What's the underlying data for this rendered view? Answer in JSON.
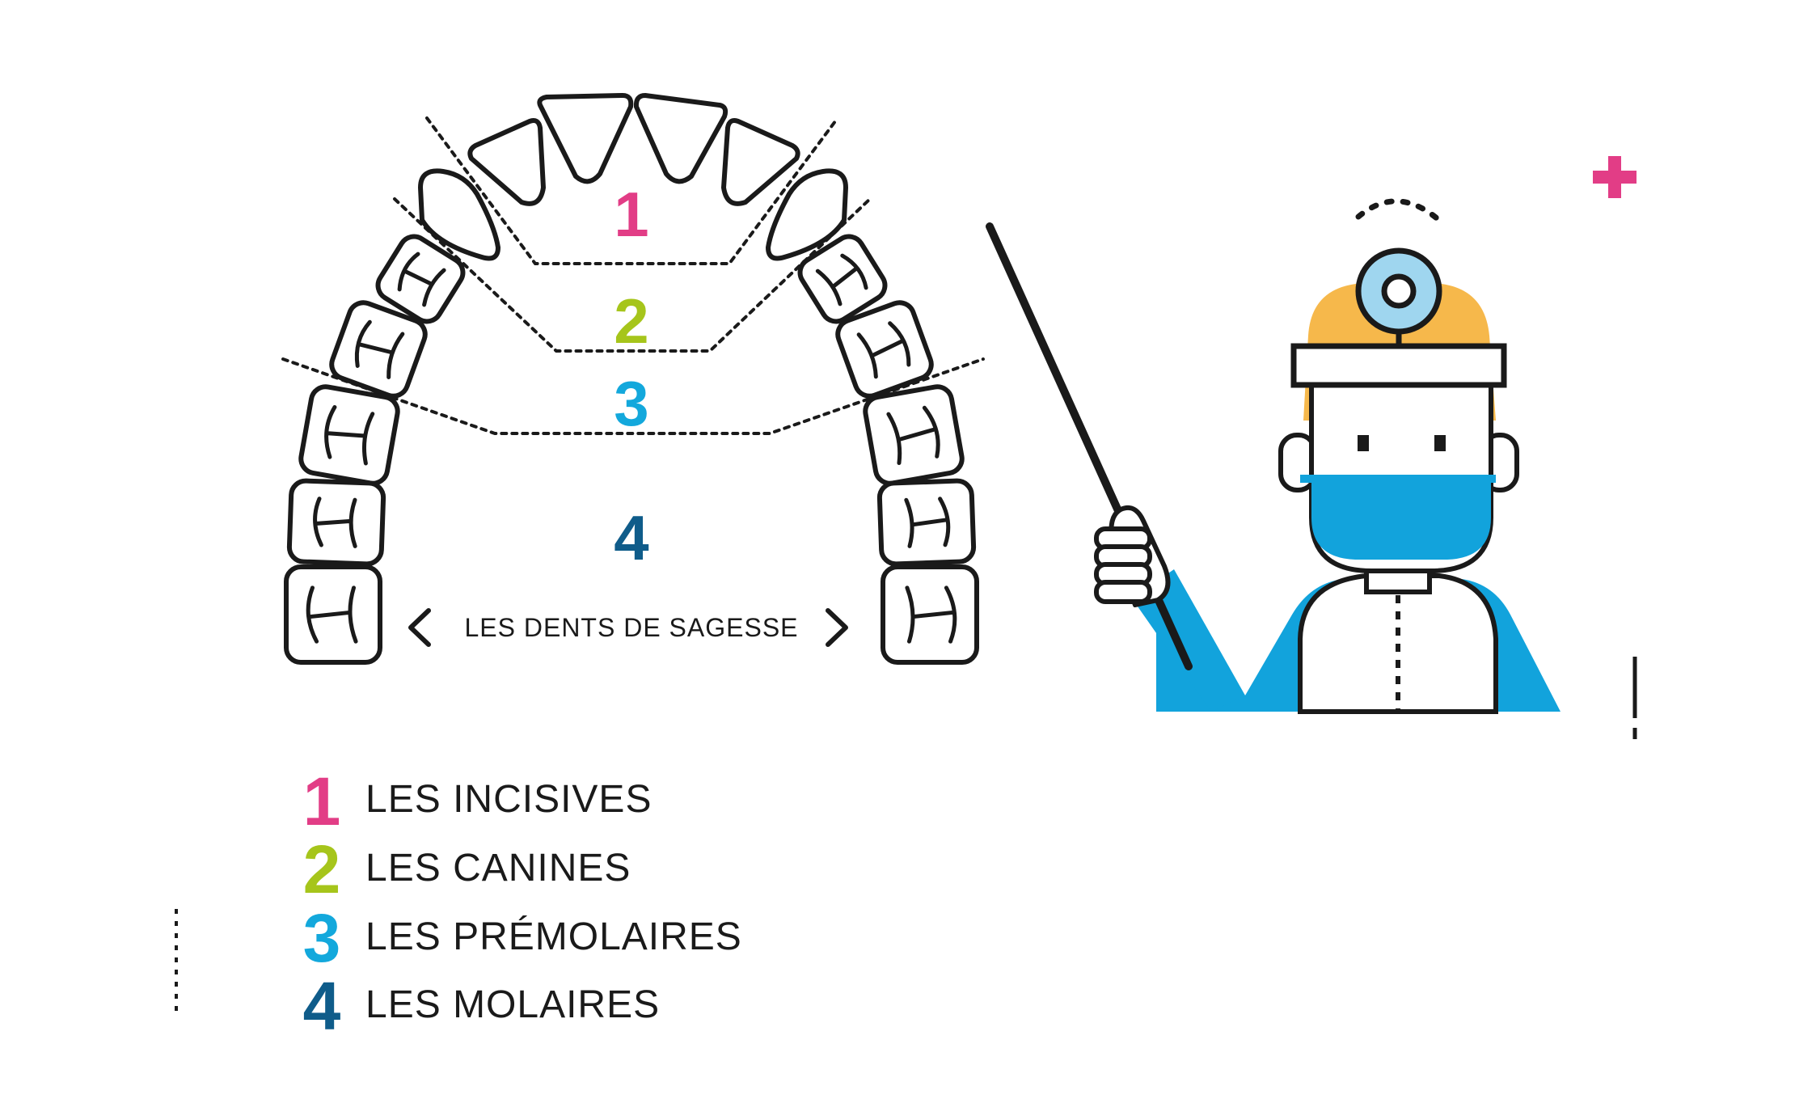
{
  "diagram": {
    "zone_numbers": [
      "1",
      "2",
      "3",
      "4"
    ],
    "wisdom_label": "LES DENTS DE SAGESSE",
    "legend": [
      {
        "number": "1",
        "label": "LES INCISIVES"
      },
      {
        "number": "2",
        "label": "LES CANINES"
      },
      {
        "number": "3",
        "label": "LES PRÉMOLAIRES"
      },
      {
        "number": "4",
        "label": "LES MOLAIRES"
      }
    ]
  },
  "colors": {
    "incisors": "#e23d86",
    "canines": "#a6c51b",
    "premolars": "#13a8dc",
    "molars": "#0f5c8a",
    "outline": "#1a1a1a",
    "mask_blue": "#12a3dc",
    "hair_orange": "#f6b84b",
    "cross_pink": "#e23d86"
  },
  "icons": [
    "teeth-arch-icon",
    "dentist-icon",
    "pointer-stick-icon",
    "head-mirror-icon",
    "plus-icon",
    "chevron-left-icon",
    "chevron-right-icon"
  ]
}
